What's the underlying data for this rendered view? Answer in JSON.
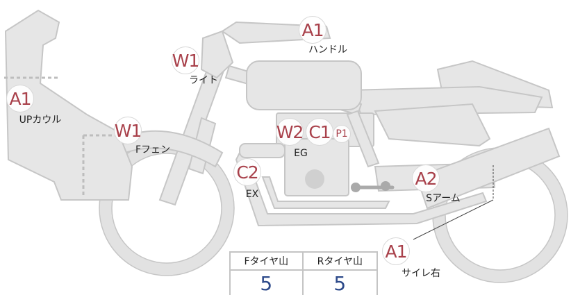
{
  "markers": [
    {
      "code": "A1",
      "label": "ハンドル"
    },
    {
      "code": "W1",
      "label": "ライト"
    },
    {
      "code": "A1",
      "label": "UPカウル"
    },
    {
      "code": "W1",
      "label": "Fフェン"
    },
    {
      "code": "W2",
      "label": ""
    },
    {
      "code": "C1",
      "label": "EG"
    },
    {
      "code": "P1",
      "label": ""
    },
    {
      "code": "C2",
      "label": "EX"
    },
    {
      "code": "A2",
      "label": "Sアーム"
    },
    {
      "code": "A1",
      "label": "サイレ右"
    }
  ],
  "tyre_table": {
    "headers": [
      "Fタイヤ山",
      "Rタイヤ山"
    ],
    "values": [
      "5",
      "5"
    ]
  },
  "colors": {
    "marker_text": "#a8404a",
    "value_text": "#2d4a8a",
    "bike_fill": "#e6e6e6",
    "bike_stroke": "#c6c6c6"
  }
}
